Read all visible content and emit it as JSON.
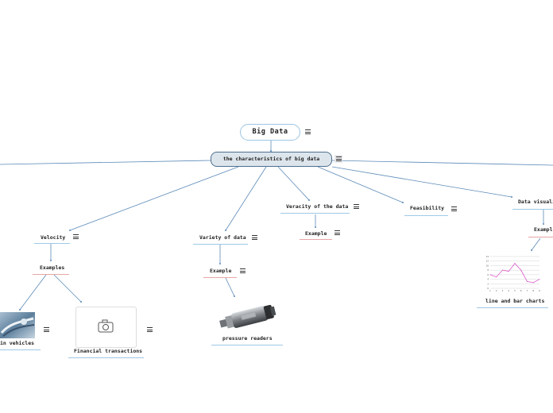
{
  "map": {
    "root": "Big Data",
    "central": "the characteristics of big data",
    "velocity": {
      "label": "Velocity",
      "examples": "Examples",
      "child_vehicles": "in vehicles",
      "child_financial": "Financial transactions"
    },
    "variety": {
      "label": "Variety of data",
      "example": "Example",
      "child": "pressure readers"
    },
    "veracity": {
      "label": "Veracity of the data",
      "example": "Example"
    },
    "feasibility": {
      "label": "Feasibility"
    },
    "visualization": {
      "label": "Data visuali",
      "example": "Exampl",
      "child": "line and bar charts"
    }
  },
  "icons": {
    "node_menu": "hamburger-menu-icon",
    "image_placeholder": "camera-icon"
  },
  "colors": {
    "connector": "#5b8ab8",
    "blue_underline": "#9fc9e6",
    "red_underline": "#e8a6a6",
    "central_fill": "#dde5ec",
    "central_border": "#4e6f8f",
    "root_border": "#9cc6e4",
    "chart_line": "#d957c9"
  },
  "chart_data": {
    "type": "line",
    "x": [
      1,
      2,
      3,
      4,
      5,
      6,
      7,
      8,
      9
    ],
    "values": [
      6,
      5,
      8,
      7.5,
      11,
      8,
      3,
      2.5,
      4
    ],
    "ylim": [
      0,
      14
    ],
    "y_ticks": [
      0,
      2,
      4,
      6,
      8,
      10,
      12,
      14
    ],
    "grid": true
  }
}
